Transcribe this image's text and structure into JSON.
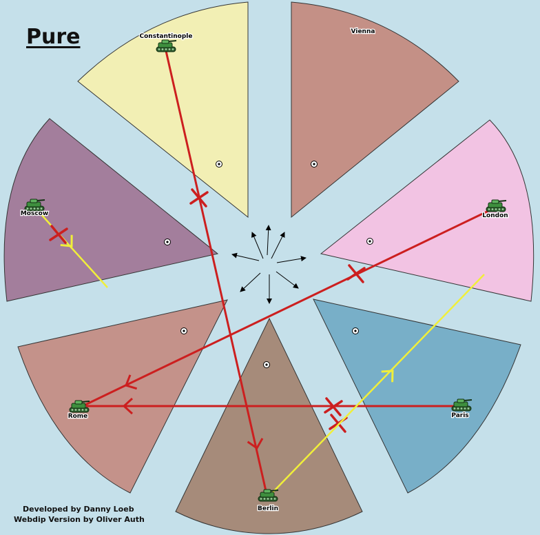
{
  "map_title": "Pure",
  "credits": {
    "line1": "Developed by Danny Loeb",
    "line2": "Webdip Version by Oliver Auth"
  },
  "territories": [
    {
      "key": "constantinople",
      "name": "Constantinople",
      "color": "#f2efb4"
    },
    {
      "key": "vienna",
      "name": "Vienna",
      "color": "#c49086"
    },
    {
      "key": "london",
      "name": "London",
      "color": "#f2c3e3"
    },
    {
      "key": "paris",
      "name": "Paris",
      "color": "#78afc8"
    },
    {
      "key": "berlin",
      "name": "Berlin",
      "color": "#a68b7a"
    },
    {
      "key": "rome",
      "name": "Rome",
      "color": "#c4928a"
    },
    {
      "key": "moscow",
      "name": "Moscow",
      "color": "#a37e9c"
    }
  ],
  "supply_center_icon": "dot-in-circle-icon",
  "unit_icon": "green-tank-army-icon",
  "units": [
    {
      "territory": "constantinople",
      "type": "army",
      "color": "#3e8f3e"
    },
    {
      "territory": "moscow",
      "type": "army",
      "color": "#3e8f3e"
    },
    {
      "territory": "london",
      "type": "army",
      "color": "#3e8f3e"
    },
    {
      "territory": "rome",
      "type": "army",
      "color": "#3e8f3e"
    },
    {
      "territory": "paris",
      "type": "army",
      "color": "#3e8f3e"
    },
    {
      "territory": "berlin",
      "type": "army",
      "color": "#3e8f3e"
    }
  ],
  "orders": [
    {
      "from": "constantinople",
      "to": "berlin",
      "kind": "move",
      "status": "failed",
      "color": "#cc1f1f"
    },
    {
      "from": "london",
      "to": "rome",
      "kind": "move",
      "status": "failed",
      "color": "#cc1f1f"
    },
    {
      "from": "paris",
      "to": "rome",
      "kind": "move",
      "status": "failed",
      "color": "#cc1f1f"
    },
    {
      "from": "berlin",
      "to": "london",
      "kind": "support",
      "status": "failed",
      "color": "#f0ef3a"
    },
    {
      "from": "moscow",
      "to": "moscow",
      "kind": "support",
      "status": "cut",
      "color": "#f0ef3a"
    }
  ],
  "center_compass": "radial-arrows-icon",
  "colors": {
    "sea": "#c5e0ea",
    "border": "#333333",
    "failed_mark": "#cc1f1f"
  }
}
